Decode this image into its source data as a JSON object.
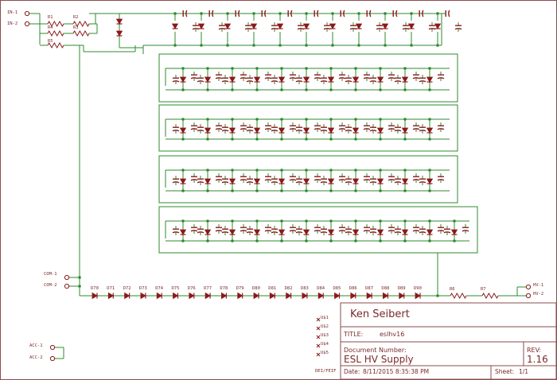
{
  "colors": {
    "wire": "#2e8b2e",
    "component": "#8b1a1a",
    "label": "#7a2a2a",
    "frame": "#8b4b4b",
    "junction": "#2e8b2e"
  },
  "ports": {
    "in1": "IN-1",
    "in2": "IN-2",
    "com1": "COM-1",
    "com2": "COM-2",
    "hv1": "HV-1",
    "hv2": "HV-2",
    "acc1": "ACC-1",
    "acc2": "ACC-2"
  },
  "resistors": [
    "R1",
    "R2",
    "R3",
    "R4",
    "R5",
    "R6",
    "R7"
  ],
  "bottom_diodes": [
    "D70",
    "D71",
    "D72",
    "D73",
    "D74",
    "D75",
    "D76",
    "D77",
    "D78",
    "D79",
    "D80",
    "D81",
    "D82",
    "D83",
    "D84",
    "D85",
    "D86",
    "D87",
    "D88",
    "D89",
    "D90"
  ],
  "frame_labels": [
    "U$1",
    "U$2",
    "U$3",
    "U$4",
    "U$5",
    "DEI/FEIF"
  ],
  "title_block": {
    "author": "Ken Seibert",
    "title_label": "TITLE:",
    "title_value": "eslhv16",
    "docnum_label": "Document Number:",
    "docnum_value": "ESL HV Supply",
    "rev_label": "REV:",
    "rev_value": "1.16",
    "date_label": "Date:",
    "date_value": "8/11/2015 8:35:38 PM",
    "sheet_label": "Sheet:",
    "sheet_value": "1/1"
  }
}
